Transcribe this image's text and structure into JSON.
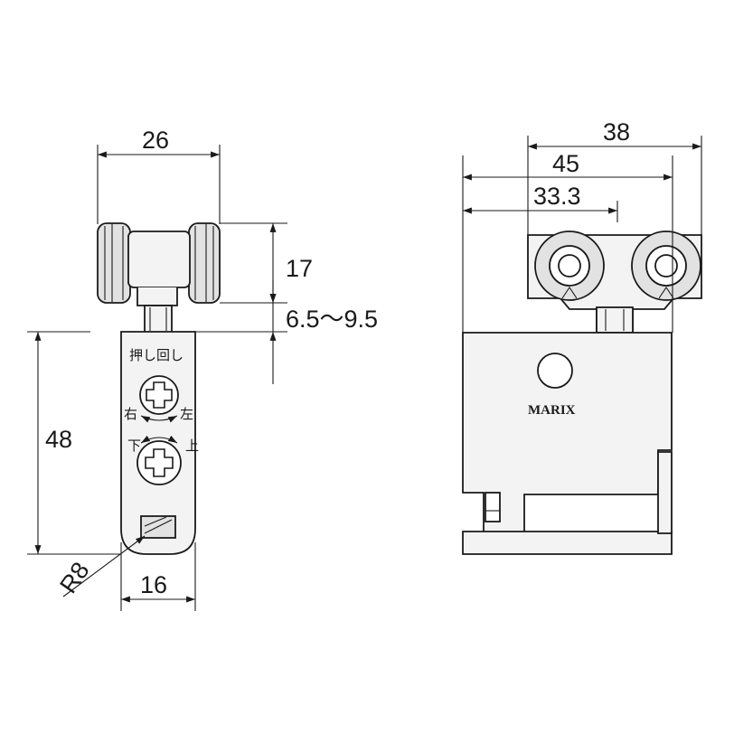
{
  "front_view": {
    "dim_width": "26",
    "dim_wheel_height": "17",
    "dim_adjust_range": "6.5～9.5",
    "dim_body_height": "48",
    "dim_radius": "R8",
    "dim_body_width": "16",
    "label_push_turn": "押し回し",
    "label_right": "右",
    "label_left": "左",
    "label_down": "下",
    "label_up": "上"
  },
  "side_view": {
    "dim_38": "38",
    "dim_45": "45",
    "dim_33_3": "33.3",
    "brand": "MARIX"
  }
}
